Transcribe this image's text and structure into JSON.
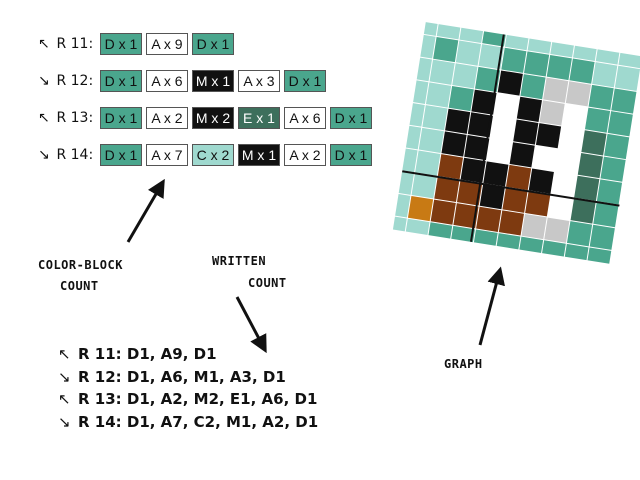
{
  "colors": {
    "D": "#4aa68d",
    "A": "#ffffff",
    "M": "#111111",
    "E": "#3d6f5c",
    "C": "#9fd9cf",
    "F": "#7e3a10",
    "O": "#c87a14",
    "W": "#ffffff",
    "G": "#c8c8c8"
  },
  "rows": [
    {
      "label": "R 11:",
      "arrow": "↖",
      "blocks": [
        {
          "text": "D x 1",
          "color": "D"
        },
        {
          "text": "A x 9",
          "color": "A"
        },
        {
          "text": "D x 1",
          "color": "D"
        }
      ]
    },
    {
      "label": "R 12:",
      "arrow": "↘",
      "blocks": [
        {
          "text": "D x 1",
          "color": "D"
        },
        {
          "text": "A x 6",
          "color": "A"
        },
        {
          "text": "M x 1",
          "color": "M"
        },
        {
          "text": "A x 3",
          "color": "A"
        },
        {
          "text": "D x 1",
          "color": "D"
        }
      ]
    },
    {
      "label": "R 13:",
      "arrow": "↖",
      "blocks": [
        {
          "text": "D x 1",
          "color": "D"
        },
        {
          "text": "A x 2",
          "color": "A"
        },
        {
          "text": "M x 2",
          "color": "M"
        },
        {
          "text": "E x 1",
          "color": "E"
        },
        {
          "text": "A x 6",
          "color": "A"
        },
        {
          "text": "D x 1",
          "color": "D"
        }
      ]
    },
    {
      "label": "R 14:",
      "arrow": "↘",
      "blocks": [
        {
          "text": "D x 1",
          "color": "D"
        },
        {
          "text": "A x 7",
          "color": "A"
        },
        {
          "text": "C x 2",
          "color": "C"
        },
        {
          "text": "M x 1",
          "color": "M"
        },
        {
          "text": "A x 2",
          "color": "A"
        },
        {
          "text": "D x 1",
          "color": "D"
        }
      ]
    }
  ],
  "annotations": {
    "color_block_line1": "COLOR-BLOCK",
    "color_block_line2": "COUNT",
    "written_line1": "WRITTEN",
    "written_line2": "COUNT",
    "graph": "GRAPH"
  },
  "written": [
    {
      "arrow": "↖",
      "text": "R 11: D1, A9, D1"
    },
    {
      "arrow": "↘",
      "text": "R 12: D1, A6, M1, A3, D1"
    },
    {
      "arrow": "↖",
      "text": "R 13: D1, A2, M2, E1, A6, D1"
    },
    {
      "arrow": "↘",
      "text": "R 14: D1, A7, C2, M1, A2, D1"
    }
  ],
  "graph_grid": [
    "CCCDCCCCCCC",
    "CDCCDDDDCCC",
    "CCCDMDGGDDC",
    "CCDMWMGWDDD",
    "CCMMWMMWEDD",
    "CCMMWMWWEDD",
    "CCFMMFMWEDD",
    "CCFFMFFWEDD",
    "COFFFFGGDDD",
    "CCDDDDDDDDD",
    "CCCCCCCCCCC"
  ]
}
